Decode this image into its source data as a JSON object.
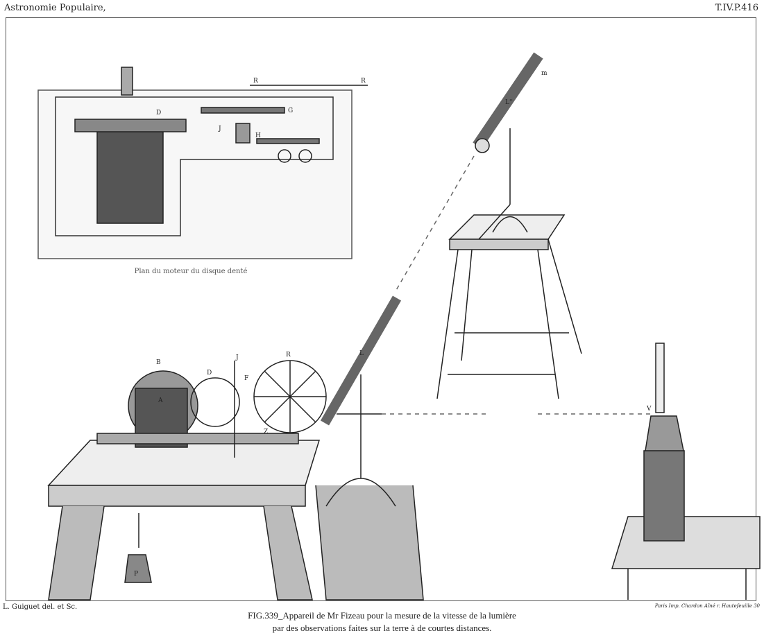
{
  "header": {
    "title": "Astronomie Populaire,",
    "plate_ref": "T.IV.P.416"
  },
  "inset": {
    "caption": "Plan du moteur du disque denté",
    "labels": [
      "R",
      "R",
      "D",
      "G",
      "J",
      "H"
    ]
  },
  "figure_labels": [
    "B",
    "A",
    "D",
    "J",
    "F",
    "R",
    "L",
    "Z",
    "P",
    "L''",
    "m",
    "V"
  ],
  "footer": {
    "artist": "L. Guiguet del. et Sc.",
    "printer": "Paris Imp. Chardon Aîné r. Hautefeuille 30",
    "caption_line1": "FIG.339_Appareil de Mr Fizeau pour la mesure de la vitesse de la lumière",
    "caption_line2": "par des observations faites sur la terre à de courtes distances."
  }
}
